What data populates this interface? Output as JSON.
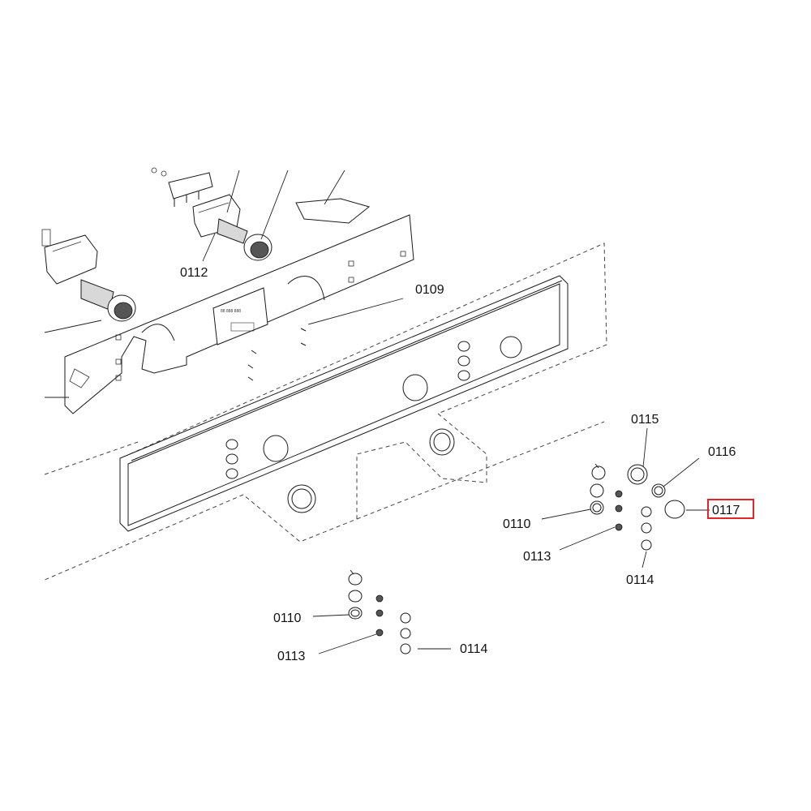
{
  "callouts": {
    "c0109": "0109",
    "c0112": "0112",
    "c0115": "0115",
    "c0116": "0116",
    "c0117": "0117",
    "c0110_right": "0110",
    "c0113_right": "0113",
    "c0114_right": "0114",
    "c0110_bottom": "0110",
    "c0113_bottom": "0113",
    "c0114_bottom": "0114"
  },
  "highlight": {
    "part": "0117",
    "color": "#e0262b"
  },
  "icons": [
    "control-panel-frame",
    "control-board",
    "knob",
    "knob-bracket",
    "bezel-ring",
    "knob-cap",
    "spring",
    "clip"
  ]
}
